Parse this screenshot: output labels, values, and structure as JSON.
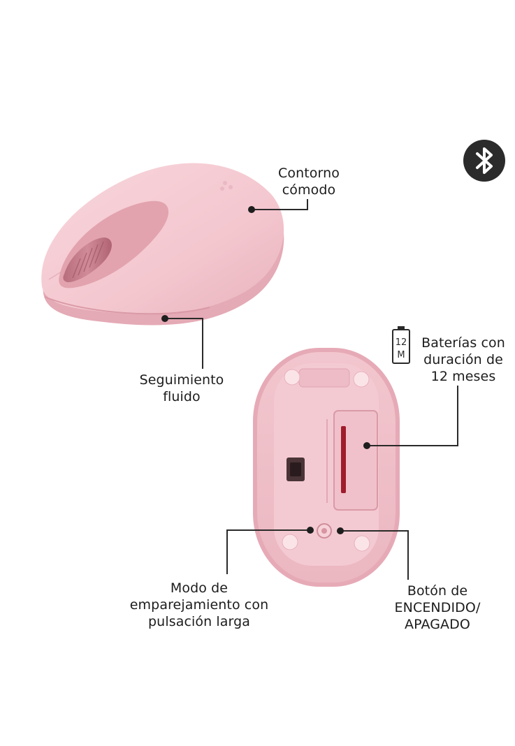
{
  "labels": {
    "contorno": {
      "line1": "Contorno",
      "line2": "cómodo"
    },
    "seguimiento": {
      "line1": "Seguimiento",
      "line2": "fluido"
    },
    "baterias": {
      "line1": "Baterías con",
      "line2": "duración de",
      "line3": "12 meses"
    },
    "modo": {
      "line1": "Modo de",
      "line2": "emparejamiento con",
      "line3": "pulsación larga"
    },
    "boton": {
      "line1": "Botón de",
      "line2": "ENCENDIDO/",
      "line3": "APAGADO"
    }
  },
  "battery_icon": {
    "top": "12",
    "bottom": "M"
  },
  "icons": [
    "bluetooth-icon",
    "battery-icon"
  ],
  "colors": {
    "mouse_pink": "#f5c9d1",
    "mouse_shadow": "#e3a9b4",
    "wheel_pink": "#c97f8d",
    "callout_line": "#2a2a2a",
    "battery_slot_red": "#9e1c2c"
  }
}
